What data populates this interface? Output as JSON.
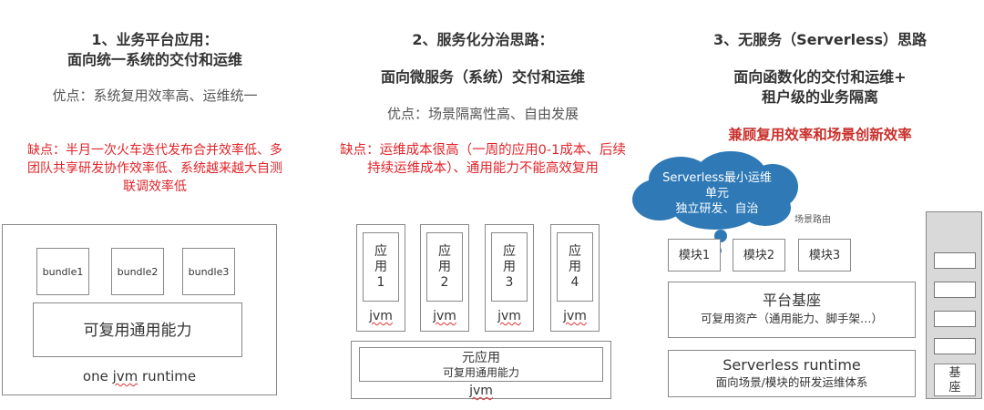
{
  "col1": {
    "title_line1": "1、业务平台应用：",
    "title_line2": "面向统一系统的交付和运维",
    "pros": "优点：系统复用效率高、运维统一",
    "cons_line1": "缺点：半月一次火车迭代发布合并效率低、多",
    "cons_line2": "团队共享研发协作效率低、系统越来越大自测",
    "cons_line3": "联调效率低",
    "bundles": [
      "bundle1",
      "bundle2",
      "bundle3"
    ],
    "common": "可复用通用能力",
    "runtime_prefix": "one ",
    "runtime_jvm": "jvm",
    "runtime_suffix": " runtime"
  },
  "col2": {
    "title": "2、服务化分治思路：",
    "subtitle": "面向微服务（系统）交付和运维",
    "pros": "优点：场景隔离性高、自由发展",
    "cons_line1": "缺点：运维成本很高（一周的应用0-1成本、后续",
    "cons_line2": "持续运维成本）、通用能力不能高效复用",
    "apps": [
      {
        "c1": "应",
        "c2": "用",
        "n": "1",
        "jvm": "jvm"
      },
      {
        "c1": "应",
        "c2": "用",
        "n": "2",
        "jvm": "jvm"
      },
      {
        "c1": "应",
        "c2": "用",
        "n": "3",
        "jvm": "jvm"
      },
      {
        "c1": "应",
        "c2": "用",
        "n": "4",
        "jvm": "jvm"
      }
    ],
    "meta_app": "元应用",
    "meta_common": "可复用通用能力",
    "meta_jvm": "jvm"
  },
  "col3": {
    "title": "3、无服务（Serverless）思路",
    "subtitle_line1": "面向函数化的交付和运维+",
    "subtitle_line2": "租户级的业务隔离",
    "highlight": "兼顾复用效率和场景创新效率",
    "cloud_line1": "Serverless最小运维",
    "cloud_line2": "单元",
    "cloud_line3": "独立研发、自治",
    "routing": "场景路由",
    "modules": [
      "模块1",
      "模块2",
      "模块3"
    ],
    "platform_title": "平台基座",
    "platform_desc": "可复用资产（通用能力、脚手架…）",
    "runtime_title": "Serverless runtime",
    "runtime_desc": "面向场景/模块的研发运维体系",
    "base_line1": "基",
    "base_line2": "座"
  }
}
